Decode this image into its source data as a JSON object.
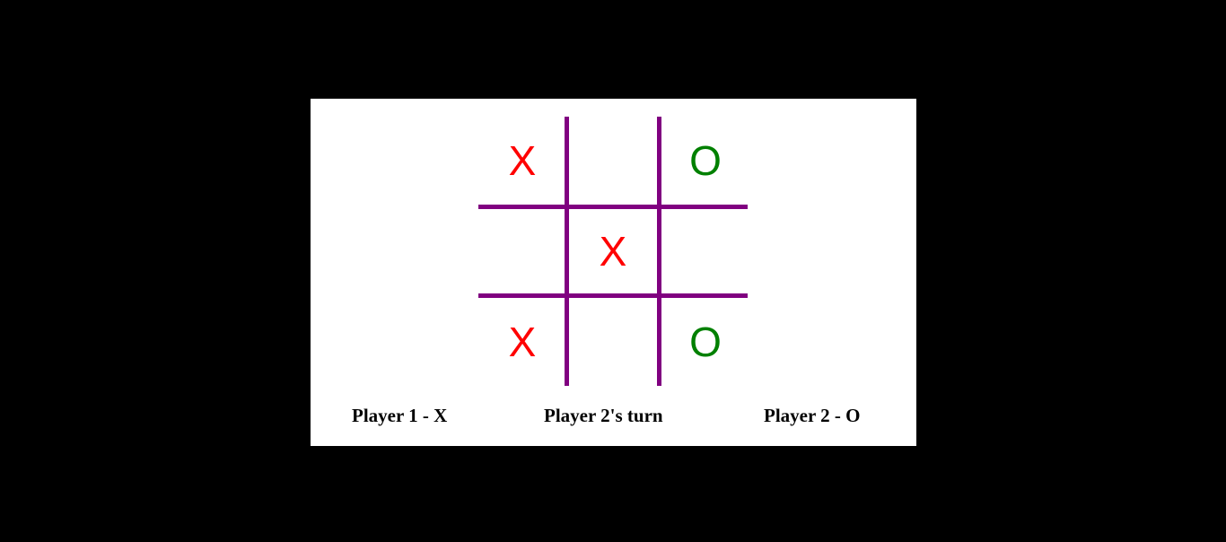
{
  "colors": {
    "background": "#000000",
    "panel": "#ffffff",
    "grid": "#800080",
    "x_mark": "#ff0000",
    "o_mark": "#008000"
  },
  "board": {
    "cells": [
      "X",
      "",
      "O",
      "",
      "X",
      "",
      "X",
      "",
      "O"
    ]
  },
  "status": {
    "player1": "Player 1 - X",
    "turn": "Player 2's turn",
    "player2": "Player 2 - O"
  }
}
